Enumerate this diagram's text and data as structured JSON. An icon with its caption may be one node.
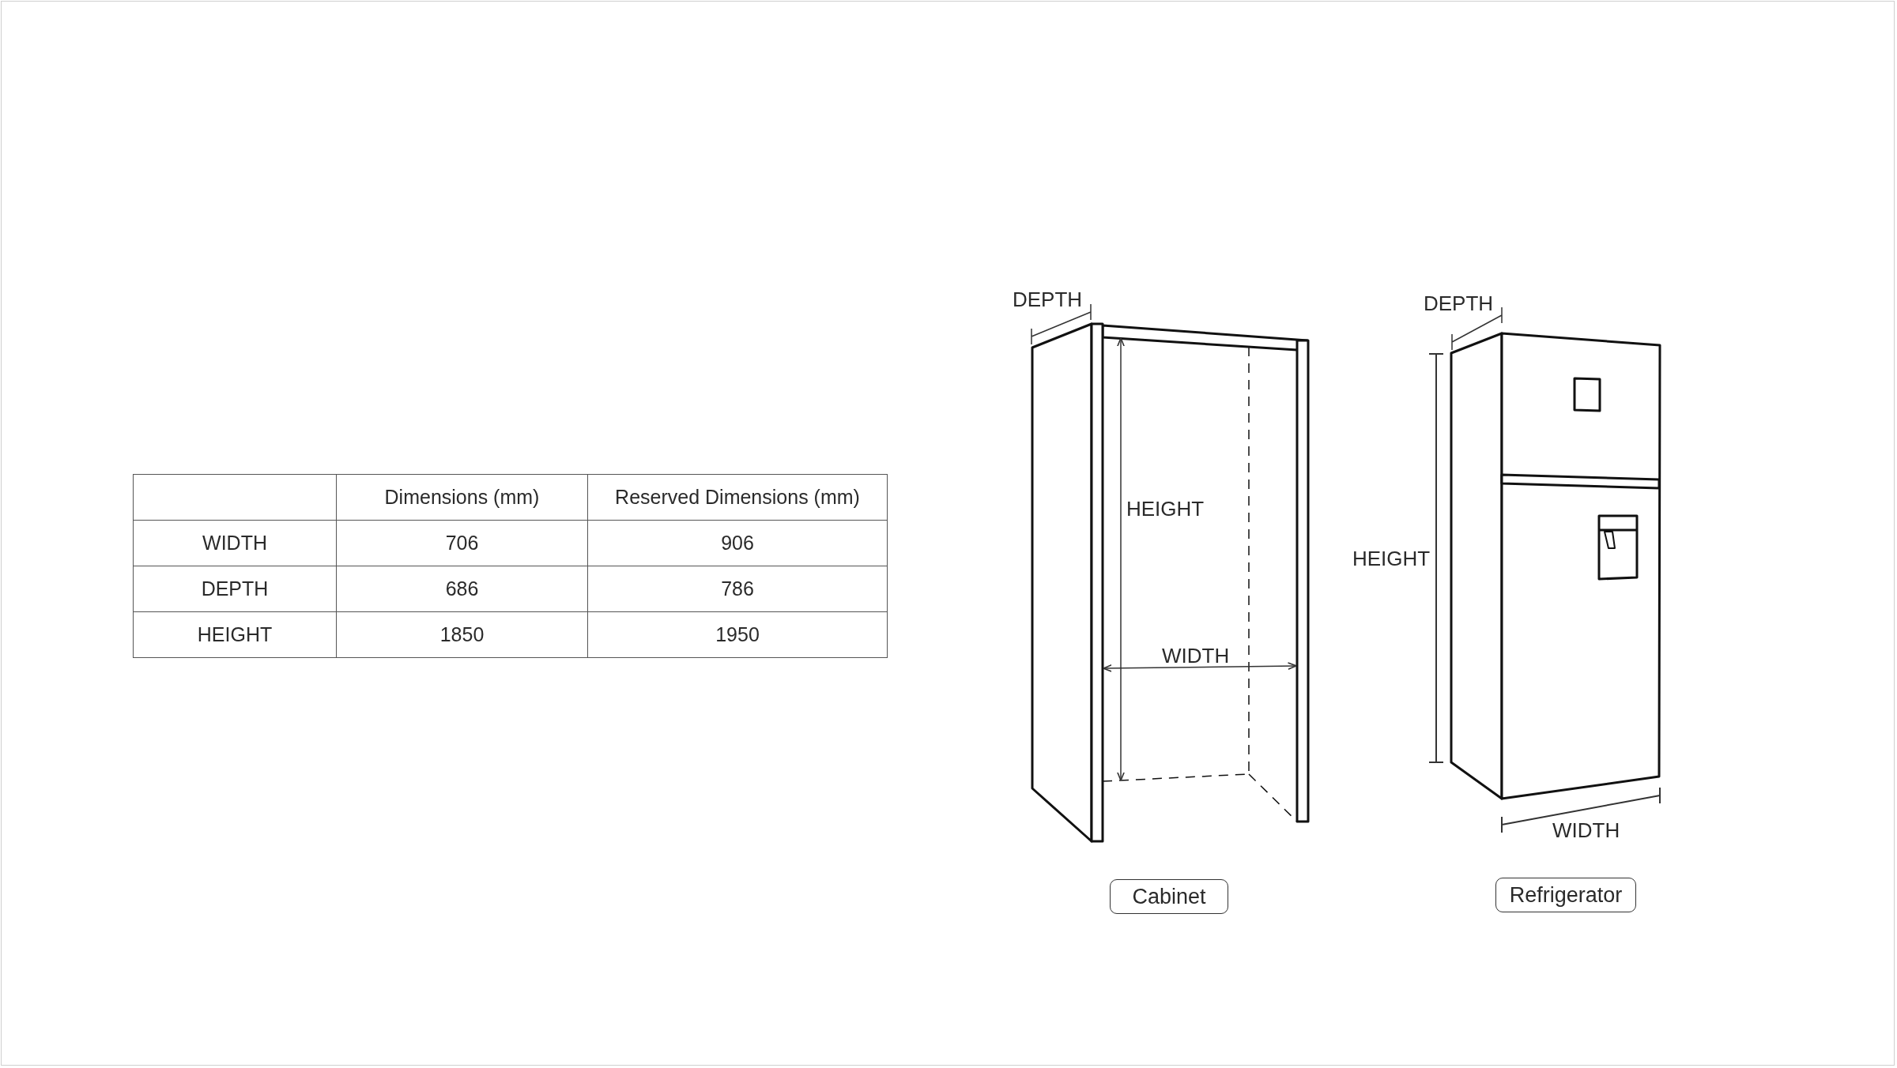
{
  "diagram": {
    "nodes": [
      {
        "text": [
          "Cabinet"
        ]
      },
      {
        "text": [
          "Refrigerator"
        ]
      }
    ],
    "labels": [
      "Dimensions (mm)",
      "Reserved Dimensions (mm)",
      "WIDTH",
      "706",
      "906",
      "DEPTH",
      "686",
      "786",
      "HEIGHT",
      "1850",
      "1950",
      "DEPTH",
      "HEIGHT",
      "WIDTH",
      "DEPTH",
      "HEIGHT",
      "WIDTH"
    ]
  }
}
